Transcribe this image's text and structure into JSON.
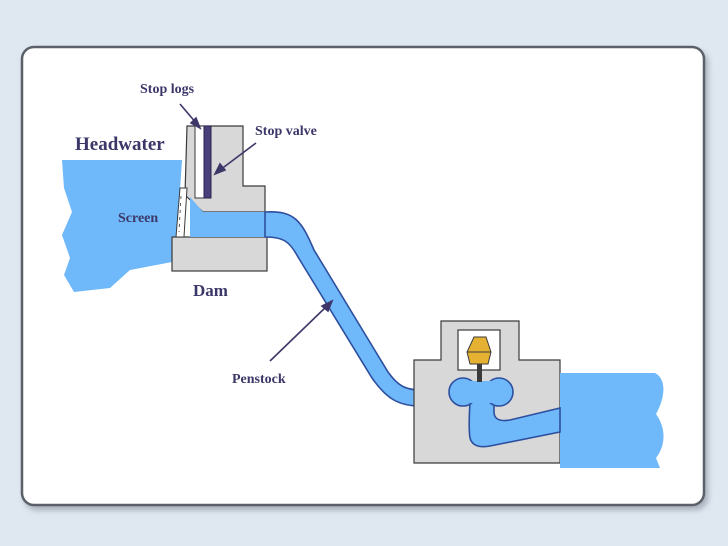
{
  "labels": {
    "stop_logs": "Stop logs",
    "stop_valve": "Stop valve",
    "headwater": "Headwater",
    "screen": "Screen",
    "dam": "Dam",
    "penstock": "Penstock"
  },
  "colors": {
    "background": "#dfe8f1",
    "card": "#ffffff",
    "card_border": "#5c6068",
    "water": "#6fb8f9",
    "structure": "#d8d8d8",
    "outline": "#3a3a3a",
    "label_text": "#3c3769",
    "turbine": "#e5b133"
  }
}
